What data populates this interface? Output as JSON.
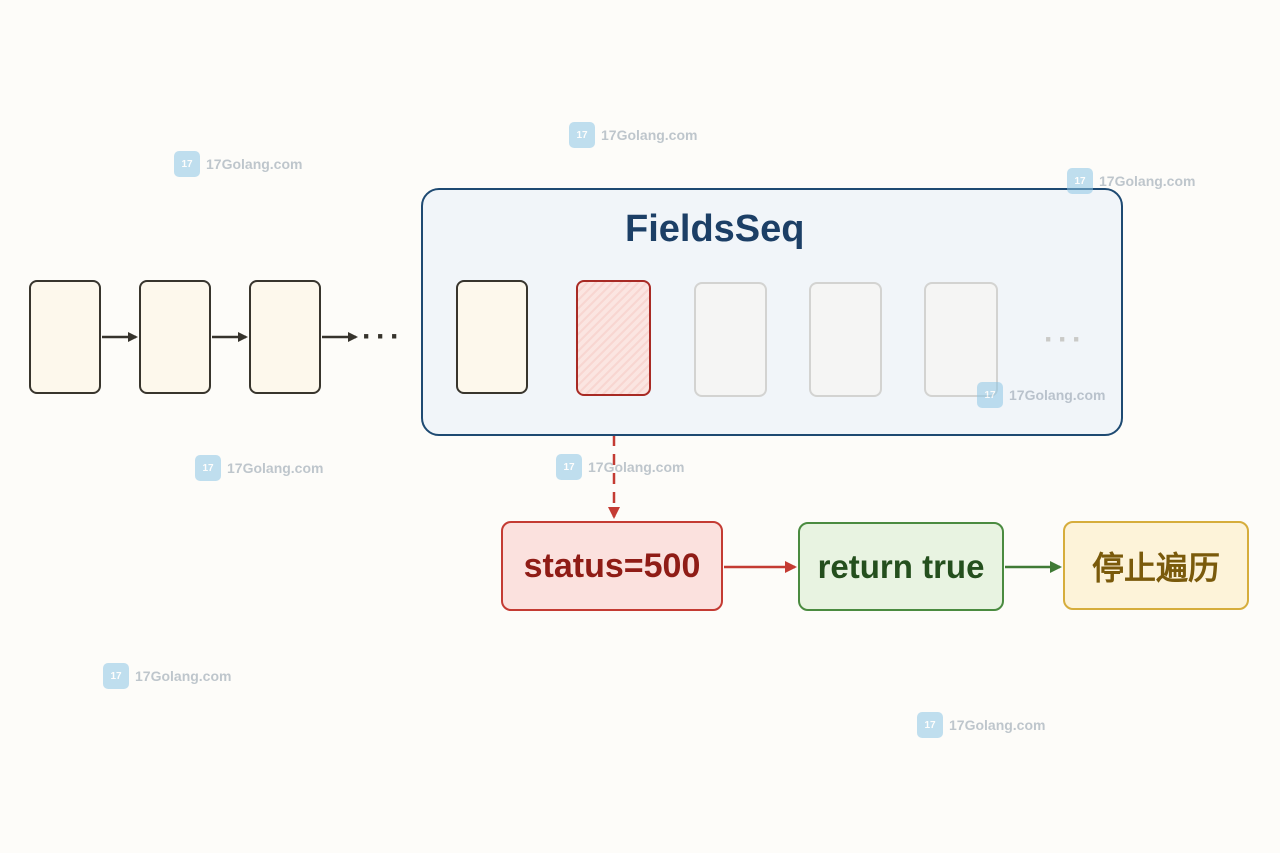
{
  "diagram": {
    "container_title": "FieldsSeq",
    "ellipsis": "···",
    "boxes": {
      "status": "status=500",
      "return": "return true",
      "stop": "停止遍历"
    }
  },
  "watermark": {
    "text": "17Golang.com"
  },
  "colors": {
    "container_border": "#1e4a72",
    "active_node": "#c43b33",
    "return_box": "#4a8b40",
    "stop_box": "#d6ad3c",
    "node_border": "#38352d",
    "faded": "#cacac7"
  }
}
